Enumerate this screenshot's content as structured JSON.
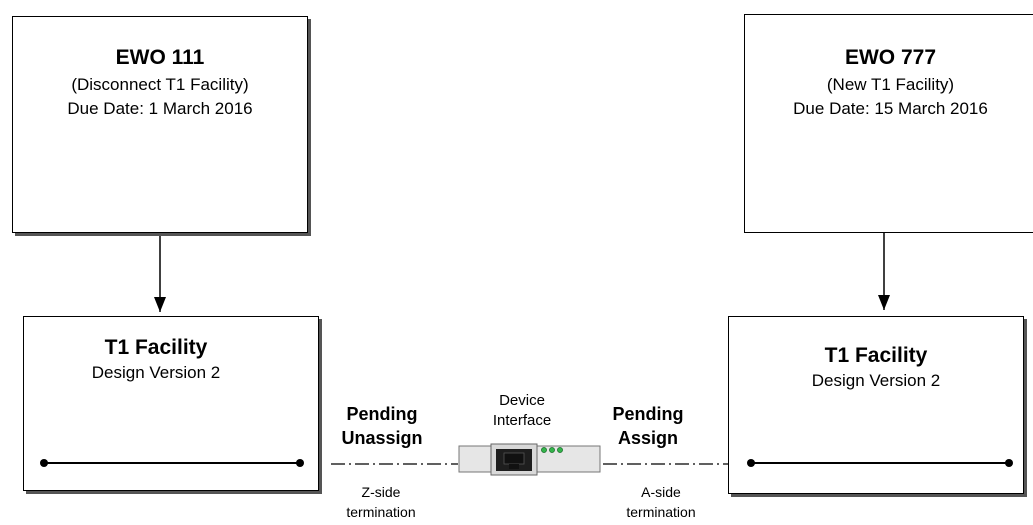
{
  "ewo_left": {
    "title": "EWO 111",
    "line1": "(Disconnect T1 Facility)",
    "line2": "Due Date: 1 March 2016"
  },
  "ewo_right": {
    "title": "EWO 777",
    "line1": "(New T1 Facility)",
    "line2": "Due Date: 15 March 2016"
  },
  "facility_left": {
    "title": "T1 Facility",
    "subtitle": "Design Version 2"
  },
  "facility_right": {
    "title": "T1 Facility",
    "subtitle": "Design Version 2"
  },
  "pending_left": {
    "line1": "Pending",
    "line2": "Unassign"
  },
  "pending_right": {
    "line1": "Pending",
    "line2": "Assign"
  },
  "termination_left": {
    "line1": "Z-side",
    "line2": "termination"
  },
  "termination_right": {
    "line1": "A-side",
    "line2": "termination"
  },
  "device": {
    "line1": "Device",
    "line2": "Interface",
    "icon": "ethernet-port-icon",
    "led_color": "#33b34a"
  }
}
